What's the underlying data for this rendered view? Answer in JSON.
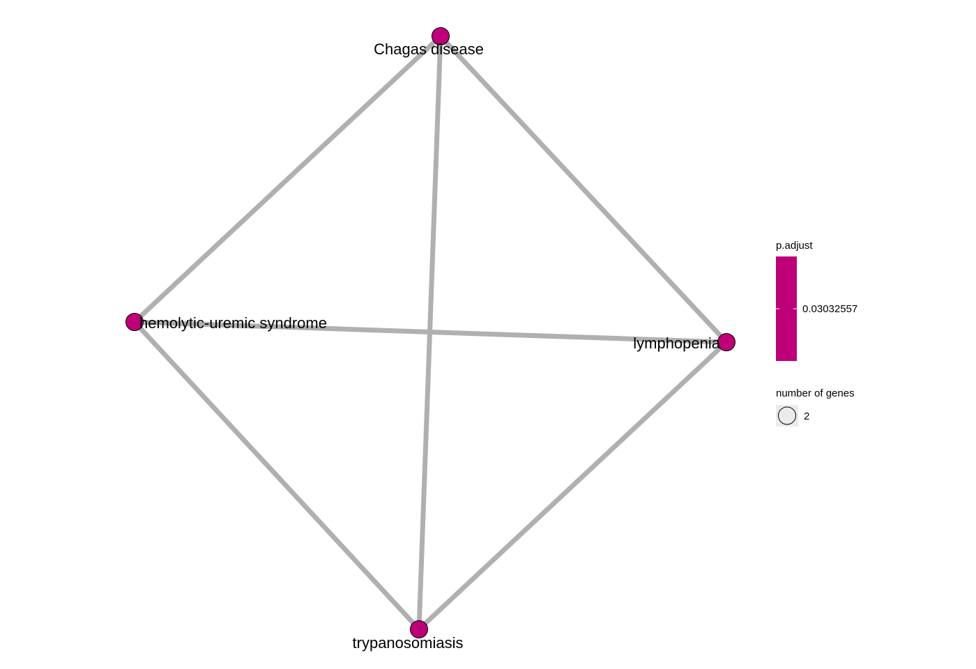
{
  "network": {
    "nodes": [
      {
        "id": "chagas",
        "label": "Chagas disease"
      },
      {
        "id": "hus",
        "label": "hemolytic-uremic syndrome"
      },
      {
        "id": "lymphopenia",
        "label": "lymphopenia"
      },
      {
        "id": "trypanosomiasis",
        "label": "trypanosomiasis"
      }
    ],
    "edges": [
      {
        "source": "chagas",
        "target": "hus"
      },
      {
        "source": "chagas",
        "target": "lymphopenia"
      },
      {
        "source": "chagas",
        "target": "trypanosomiasis"
      },
      {
        "source": "hus",
        "target": "lymphopenia"
      },
      {
        "source": "hus",
        "target": "trypanosomiasis"
      },
      {
        "source": "lymphopenia",
        "target": "trypanosomiasis"
      }
    ],
    "node_color": "#BE0078",
    "edge_color": "#B0B0B0"
  },
  "legend": {
    "color_title": "p.adjust",
    "color_value": "0.03032557",
    "size_title": "number of genes",
    "size_value": "2"
  }
}
